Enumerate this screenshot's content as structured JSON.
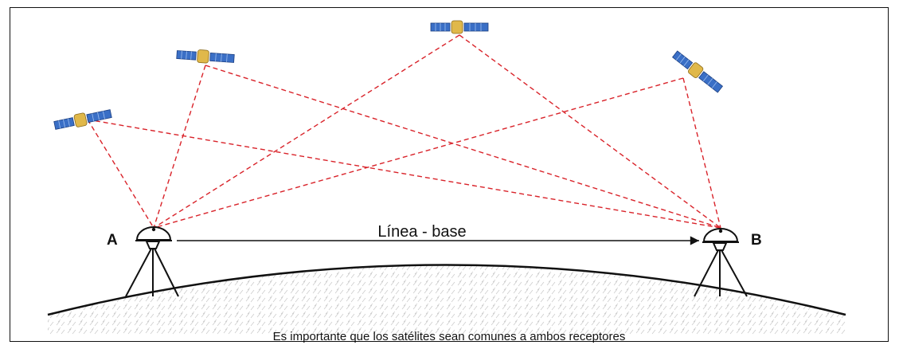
{
  "diagram": {
    "receiver_a_label": "A",
    "receiver_b_label": "B",
    "baseline_label": "Línea - base",
    "caption": "Es importante que los satélites sean comunes a ambos receptores",
    "colors": {
      "ray": "#d9232a",
      "solar_panel": "#3a6fc6",
      "satellite_body": "#e0b84a",
      "ground_line": "#111111",
      "frame": "#111111"
    },
    "satellite_count": 4,
    "receiver_count": 2
  }
}
